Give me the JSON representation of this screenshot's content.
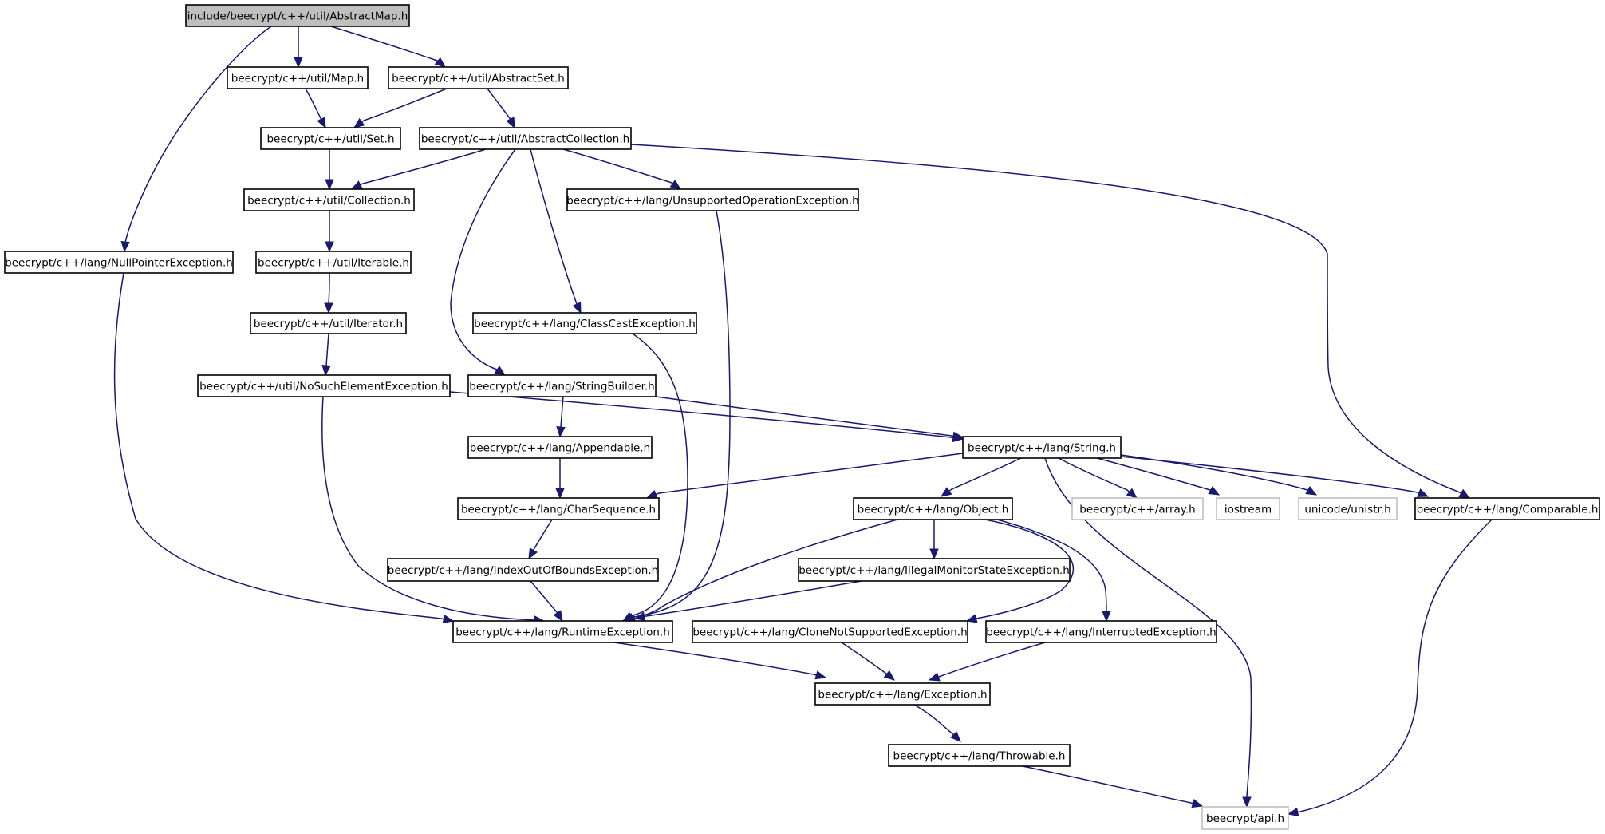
{
  "graph": {
    "nodes": {
      "abstractmap": "include/beecrypt/c++/util/AbstractMap.h",
      "map": "beecrypt/c++/util/Map.h",
      "abstractset": "beecrypt/c++/util/AbstractSet.h",
      "set": "beecrypt/c++/util/Set.h",
      "abstractcollection": "beecrypt/c++/util/AbstractCollection.h",
      "collection": "beecrypt/c++/util/Collection.h",
      "unsupportedop": "beecrypt/c++/lang/UnsupportedOperationException.h",
      "nullpointer": "beecrypt/c++/lang/NullPointerException.h",
      "iterable": "beecrypt/c++/util/Iterable.h",
      "iterator": "beecrypt/c++/util/Iterator.h",
      "classcast": "beecrypt/c++/lang/ClassCastException.h",
      "nosuchelement": "beecrypt/c++/util/NoSuchElementException.h",
      "stringbuilder": "beecrypt/c++/lang/StringBuilder.h",
      "appendable": "beecrypt/c++/lang/Appendable.h",
      "string": "beecrypt/c++/lang/String.h",
      "charsequence": "beecrypt/c++/lang/CharSequence.h",
      "object": "beecrypt/c++/lang/Object.h",
      "array": "beecrypt/c++/array.h",
      "iostream": "iostream",
      "unistr": "unicode/unistr.h",
      "comparable": "beecrypt/c++/lang/Comparable.h",
      "indexoutofbounds": "beecrypt/c++/lang/IndexOutOfBoundsException.h",
      "illegalmonitor": "beecrypt/c++/lang/IllegalMonitorStateException.h",
      "runtime": "beecrypt/c++/lang/RuntimeException.h",
      "clonenotsupported": "beecrypt/c++/lang/CloneNotSupportedException.h",
      "interrupted": "beecrypt/c++/lang/InterruptedException.h",
      "exception": "beecrypt/c++/lang/Exception.h",
      "throwable": "beecrypt/c++/lang/Throwable.h",
      "api": "beecrypt/api.h"
    }
  }
}
